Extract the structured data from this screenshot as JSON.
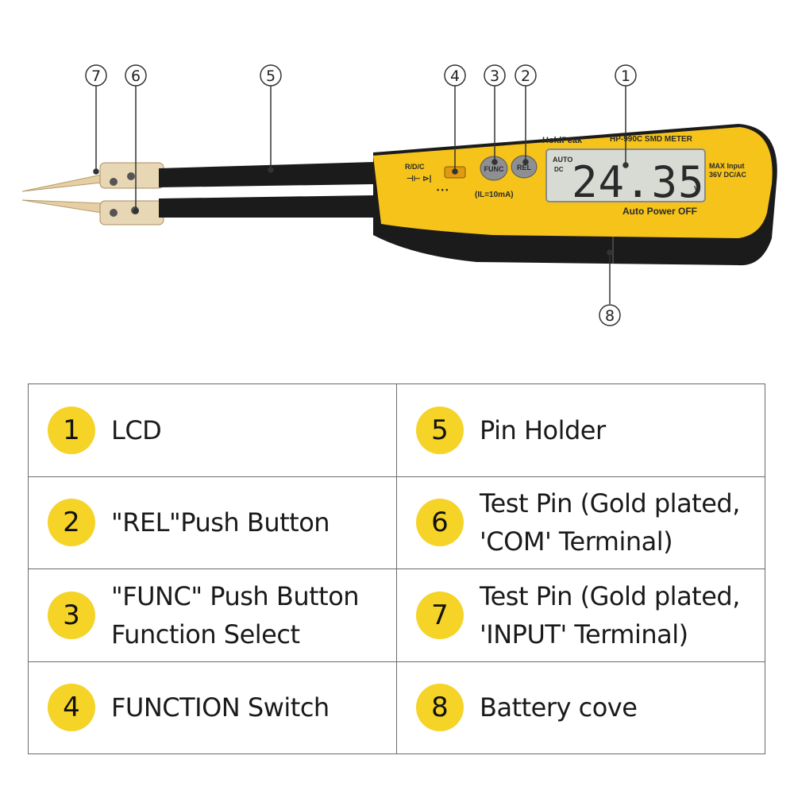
{
  "device": {
    "brand": "HoldPeak",
    "model": "HP-990C SMD METER",
    "lcd": {
      "mode_top": "AUTO",
      "mode_bottom": "DC",
      "reading": "24.35",
      "unit": "V"
    },
    "max_input_line1": "MAX Input",
    "max_input_line2": "36V DC/AC",
    "auto_power": "Auto Power OFF",
    "func_button_label": "FUNC",
    "rel_button_label": "REL",
    "switch_label": "R/D/C",
    "current_note": "(IL=10mA)",
    "colors": {
      "body": "#f6c31a",
      "grip": "#1b1b1b",
      "lcd": "#d8dad4",
      "button": "#8e8f92",
      "pin": "#e6cfa4"
    }
  },
  "callouts": [
    "1",
    "2",
    "3",
    "4",
    "5",
    "6",
    "7",
    "8"
  ],
  "legend": {
    "rows": [
      {
        "left": {
          "num": "1",
          "text": "LCD"
        },
        "right": {
          "num": "5",
          "text": "Pin Holder"
        }
      },
      {
        "left": {
          "num": "2",
          "text": "\"REL\"Push Button"
        },
        "right": {
          "num": "6",
          "text": "Test Pin (Gold plated,\n'COM' Terminal)"
        }
      },
      {
        "left": {
          "num": "3",
          "text": "\"FUNC\" Push Button\nFunction Select"
        },
        "right": {
          "num": "7",
          "text": "Test Pin (Gold plated,\n'INPUT' Terminal)"
        }
      },
      {
        "left": {
          "num": "4",
          "text": "FUNCTION Switch"
        },
        "right": {
          "num": "8",
          "text": "Battery cove"
        }
      }
    ],
    "badge_color": "#f5d327"
  }
}
